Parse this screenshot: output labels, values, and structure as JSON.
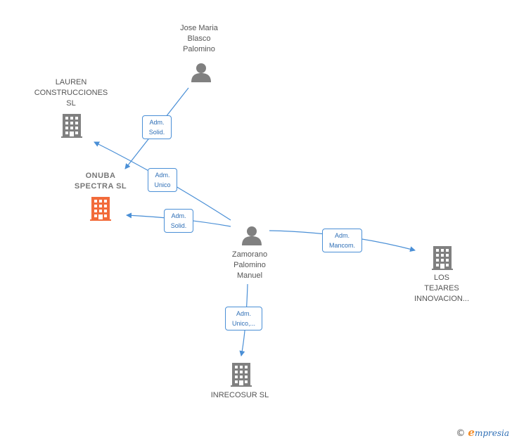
{
  "colors": {
    "edge": "#4a8fd6",
    "company": "#808080",
    "focus_company": "#f26b3a",
    "person": "#808080"
  },
  "nodes": {
    "jose": {
      "label": "Jose Maria\nBlasco\nPalomino",
      "icon": "person-icon"
    },
    "lauren": {
      "label": "LAUREN\nCONSTRUCCIONES\nSL",
      "icon": "building-icon"
    },
    "onuba": {
      "label": "ONUBA\nSPECTRA  SL",
      "icon": "building-icon"
    },
    "zamorano": {
      "label": "Zamorano\nPalomino\nManuel",
      "icon": "person-icon"
    },
    "tejares": {
      "label": "LOS\nTEJARES\nINNOVACION...",
      "icon": "building-icon"
    },
    "inrecosur": {
      "label": "INRECOSUR SL",
      "icon": "building-icon"
    }
  },
  "edges": {
    "jose_onuba": {
      "label": "Adm.\nSolid."
    },
    "zam_lauren": {
      "label": "Adm.\nUnico"
    },
    "zam_onuba": {
      "label": "Adm.\nSolid."
    },
    "zam_tejares": {
      "label": "Adm.\nMancom."
    },
    "zam_inrecosur": {
      "label": "Adm.\nUnico,..."
    }
  },
  "footer": {
    "copyright": "©",
    "brand_initial": "e",
    "brand_rest": "mpresia"
  }
}
